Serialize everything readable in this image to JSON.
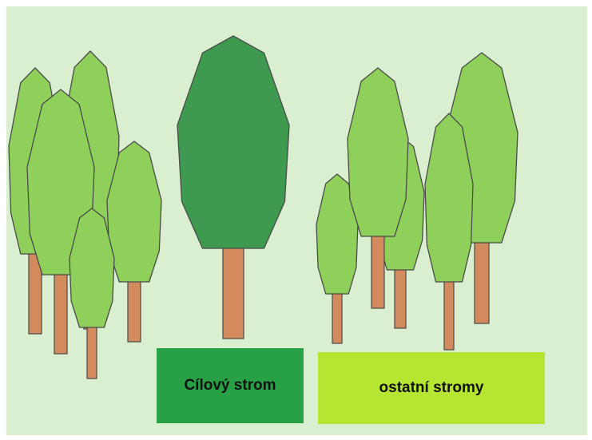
{
  "diagram": {
    "colors": {
      "background": "#d9efcf",
      "target_tree": "#3d9a4e",
      "other_tree": "#8fd05a",
      "trunk": "#d38a5c",
      "outline": "#4a4a4a",
      "legend_target_bg": "#27a046",
      "legend_other_bg": "#b7e632"
    },
    "legend": {
      "target": {
        "label": "Cílový strom"
      },
      "other": {
        "label": "ostatní stromy"
      }
    },
    "trees": [
      {
        "id": "left-tree-1",
        "kind": "other"
      },
      {
        "id": "left-tree-2",
        "kind": "other"
      },
      {
        "id": "left-tree-3",
        "kind": "other"
      },
      {
        "id": "left-tree-4",
        "kind": "other"
      },
      {
        "id": "left-tree-5",
        "kind": "other"
      },
      {
        "id": "center-tree",
        "kind": "target"
      },
      {
        "id": "right-tree-1",
        "kind": "other"
      },
      {
        "id": "right-tree-2",
        "kind": "other"
      },
      {
        "id": "right-tree-3",
        "kind": "other"
      },
      {
        "id": "right-tree-4",
        "kind": "other"
      },
      {
        "id": "right-tree-5",
        "kind": "other"
      }
    ]
  }
}
